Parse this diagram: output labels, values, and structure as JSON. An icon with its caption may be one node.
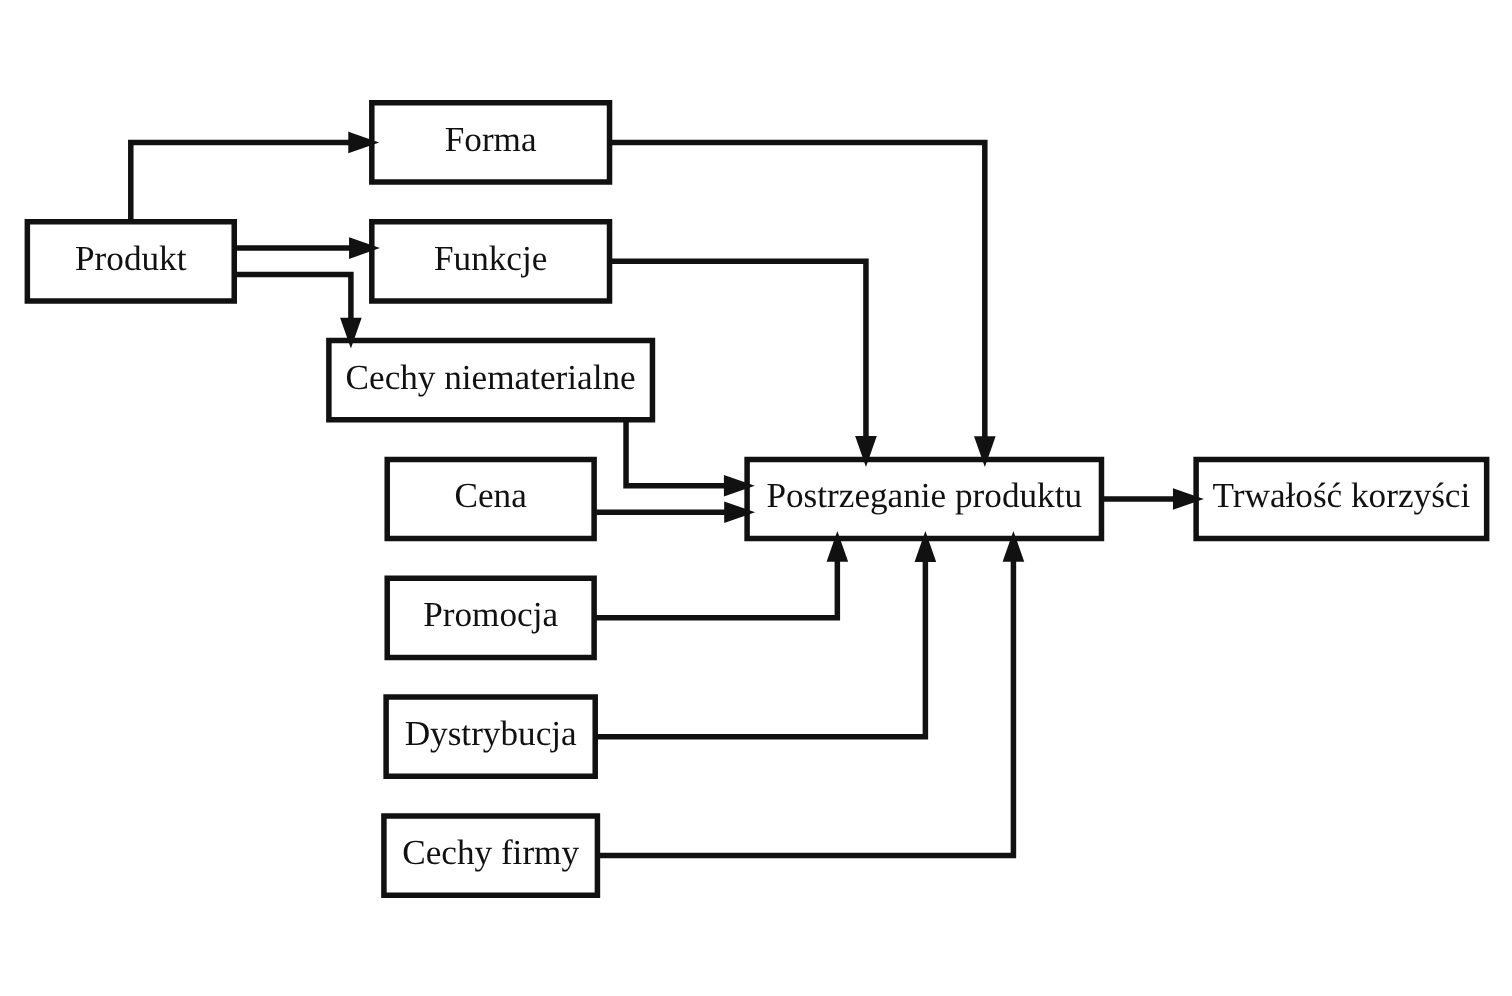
{
  "diagram": {
    "nodes": [
      {
        "text": [
          "Produkt"
        ]
      },
      {
        "text": [
          "Forma"
        ]
      },
      {
        "text": [
          "Funkcje"
        ]
      },
      {
        "text": [
          "Cechy niematerialne"
        ]
      },
      {
        "text": [
          "Cena"
        ]
      },
      {
        "text": [
          "Promocja"
        ]
      },
      {
        "text": [
          "Dystrybucja"
        ]
      },
      {
        "text": [
          "Cechy firmy"
        ]
      },
      {
        "text": [
          "Postrzeganie produktu"
        ]
      },
      {
        "text": [
          "Trwałość korzyści"
        ]
      }
    ],
    "edges": [
      {
        "from": 0,
        "to": 1,
        "arrow": "to"
      },
      {
        "from": 0,
        "to": 2,
        "arrow": "to"
      },
      {
        "from": 0,
        "to": 3,
        "arrow": "to"
      },
      {
        "from": 1,
        "to": 8,
        "arrow": "to"
      },
      {
        "from": 2,
        "to": 8,
        "arrow": "to"
      },
      {
        "from": 3,
        "to": 8,
        "arrow": "to"
      },
      {
        "from": 4,
        "to": 8,
        "arrow": "to"
      },
      {
        "from": 5,
        "to": 8,
        "arrow": "to"
      },
      {
        "from": 6,
        "to": 8,
        "arrow": "to"
      },
      {
        "from": 7,
        "to": 8,
        "arrow": "to"
      },
      {
        "from": 8,
        "to": 9,
        "arrow": "to"
      }
    ]
  }
}
